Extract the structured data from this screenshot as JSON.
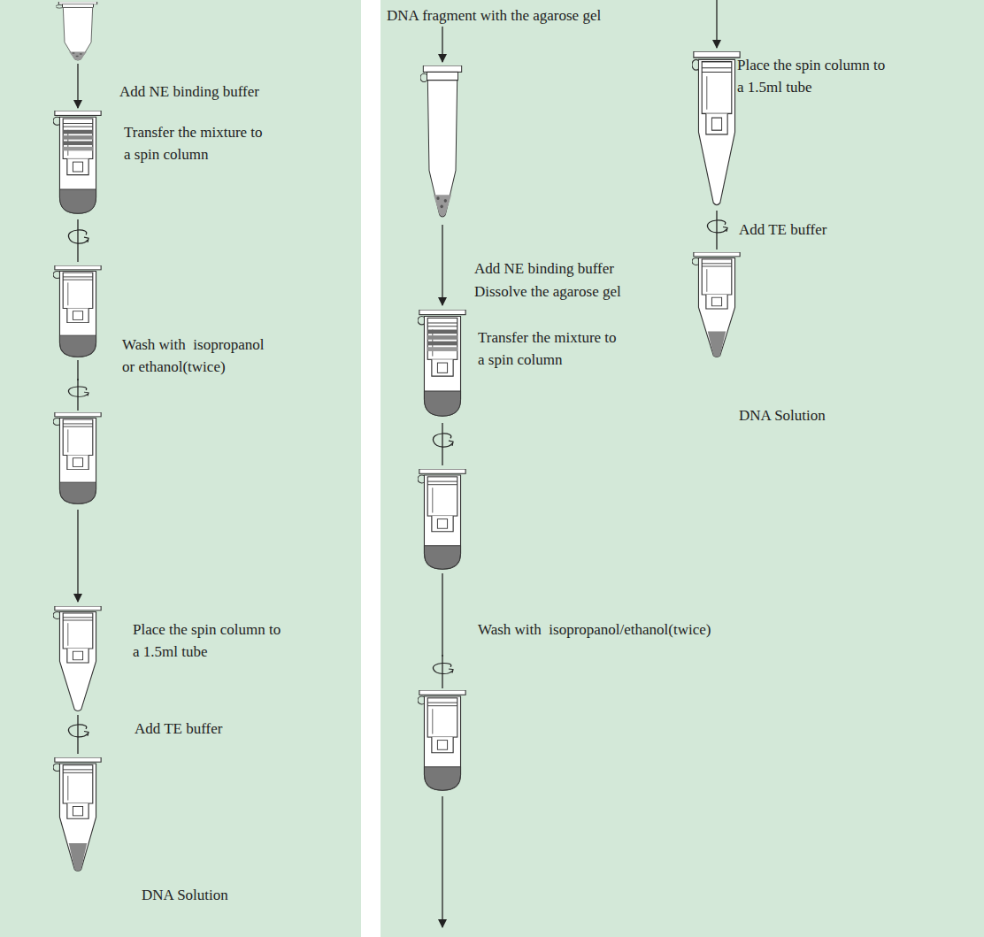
{
  "diagram": {
    "labels": [
      "Add NE binding buffer",
      "Transfer the mixture to a spin column",
      "Wash with  isopropanol or ethanol(twice)",
      "Place the spin column to a 1.5ml tube",
      "Add TE buffer",
      "DNA Solution",
      "DNA fragment with the agarose gel",
      "Add NE binding buffer",
      "Dissolve the agarose gel",
      "Transfer the mixture to a spin column",
      "Wash with  isopropanol/ethanol(twice)",
      "Place the spin column to a 1.5ml tube",
      "Add TE buffer",
      "DNA Solution"
    ]
  }
}
